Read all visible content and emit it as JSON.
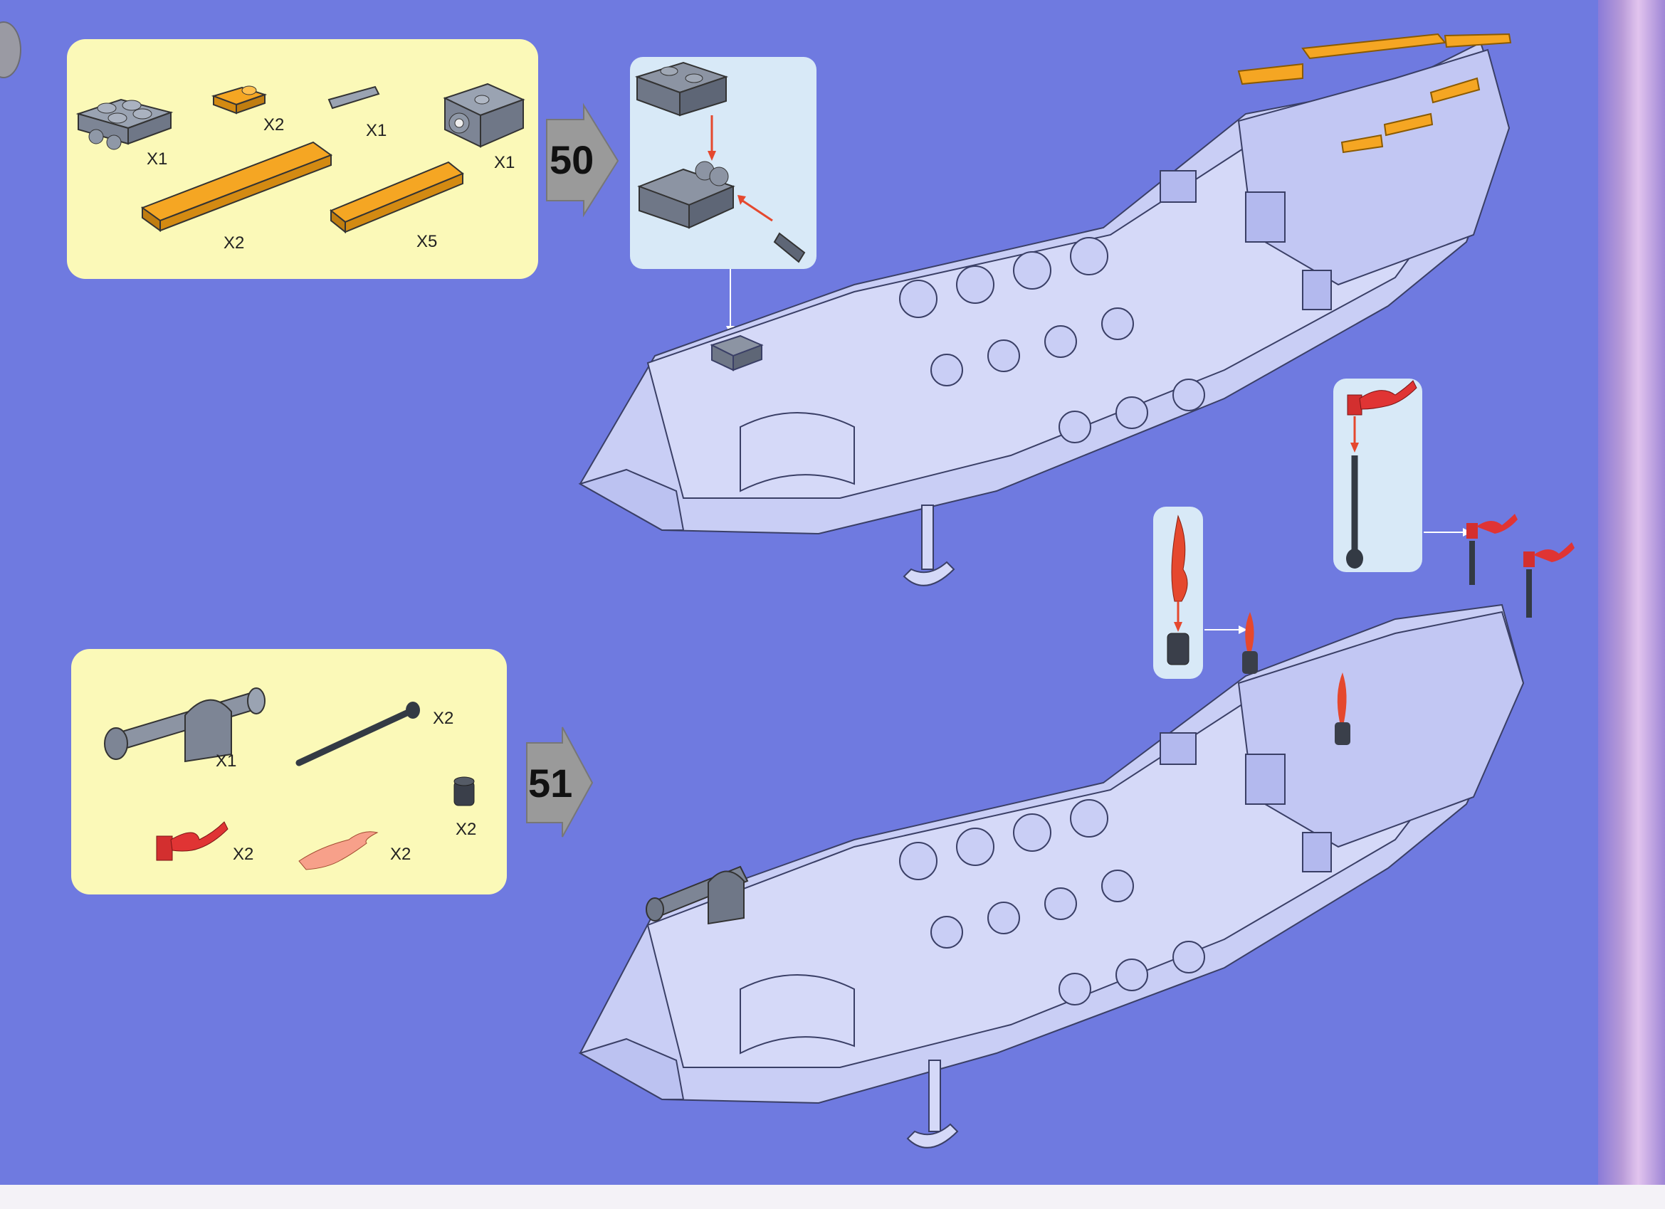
{
  "step50": {
    "number": "50",
    "parts": [
      {
        "name": "plate 2x2 with clips",
        "qty": "X1"
      },
      {
        "name": "plate with clip",
        "qty": "X2"
      },
      {
        "name": "bar",
        "qty": "X1"
      },
      {
        "name": "hinge plate",
        "qty": "X1"
      },
      {
        "name": "tile 1x6",
        "qty": "X2"
      },
      {
        "name": "tile 1x4",
        "qty": "X5"
      }
    ]
  },
  "step51": {
    "number": "51",
    "parts": [
      {
        "name": "cannon",
        "qty": "X1"
      },
      {
        "name": "antenna pole",
        "qty": "X2"
      },
      {
        "name": "round brick",
        "qty": "X2"
      },
      {
        "name": "flag",
        "qty": "X2"
      },
      {
        "name": "flame",
        "qty": "X2"
      }
    ]
  },
  "colors": {
    "background": "#6f7ae0",
    "parts_panel": "#fbf9b8",
    "callout": "#d8e9f7",
    "model": "#c9cef5",
    "gray_part": "#8c94a3",
    "orange_part": "#f5a623",
    "red_part": "#e03434",
    "arrow_red": "#e5482e",
    "step_arrow": "#9a9a9a"
  },
  "icons": [
    "plate-icon",
    "clip-plate-icon",
    "bar-icon",
    "hinge-icon",
    "tile-icon",
    "cannon-icon",
    "pole-icon",
    "round-brick-icon",
    "flag-icon",
    "flame-icon",
    "ship-model-icon"
  ]
}
